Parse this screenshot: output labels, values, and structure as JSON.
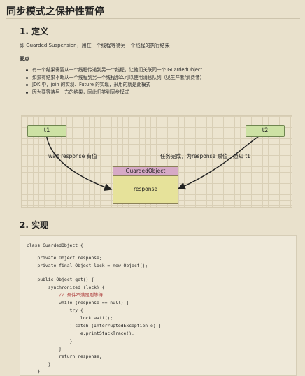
{
  "title": "同步模式之保护性暂停",
  "section1": {
    "heading": "1. 定义",
    "definition": "即 Guarded Suspension，用在一个线程等待另一个线程的执行结果",
    "points_label": "要点",
    "points": [
      "有一个结果需要从一个线程传递到另一个线程，让他们关联同一个 GuardedObject",
      "如果有结果不断从一个线程到另一个线程那么可以使用消息队列（见生产者/消费者）",
      "JDK 中，join 的实现、Future 的实现，采用的就是此模式",
      "因为要等待另一方的结果，因此归类到同步模式"
    ]
  },
  "diagram": {
    "node_t1": "t1",
    "node_t2": "t2",
    "class_name": "GuardedObject",
    "class_field": "response",
    "edge_left_label": "wait response 有值",
    "edge_right_label": "任务完成，为response 赋值，通知 t1",
    "colors": {
      "node_fill": "#cde2a4",
      "class_header": "#d6a9c6",
      "class_body": "#e6e29a"
    }
  },
  "section2": {
    "heading": "2. 实现",
    "code_lines": [
      "class GuardedObject {",
      "",
      "    private Object response;",
      "    private final Object lock = new Object();",
      "",
      "    public Object get() {",
      "        synchronized (lock) {",
      "            // 条件不满足则等待",
      "            while (response == null) {",
      "                try {",
      "                    lock.wait();",
      "                } catch (InterruptedException e) {",
      "                    e.printStackTrace();",
      "                }",
      "            }",
      "            return response;",
      "        }",
      "    }"
    ]
  }
}
